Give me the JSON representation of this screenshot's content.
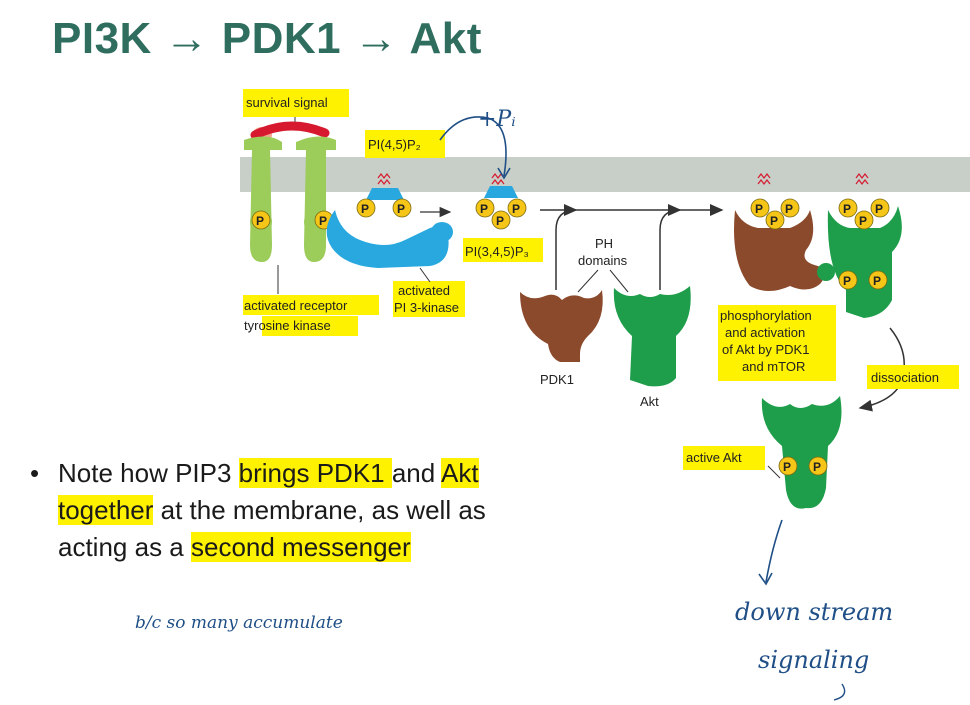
{
  "slide": {
    "title": "PI3K → PDK1 → Akt"
  },
  "diagram": {
    "labels": {
      "survival_signal": "survival signal",
      "pi45p2": "PI(4,5)P₂",
      "pi345p3": "PI(3,4,5)P₃",
      "activated_pi3k_1": "activated",
      "activated_pi3k_2": "PI 3-kinase",
      "rtk_1": "activated receptor",
      "rtk_2": "tyrosine kinase",
      "ph_1": "PH",
      "ph_2": "domains",
      "pdk1": "PDK1",
      "akt": "Akt",
      "phos_1": "phosphorylation",
      "phos_2": "and activation",
      "phos_3": "of Akt by PDK1",
      "phos_4": "and mTOR",
      "dissociation": "dissociation",
      "active_akt": "active Akt",
      "phosphate": "P"
    },
    "colors": {
      "membrane": "#c7cfc8",
      "receptor": "#9ccc5a",
      "pi3k": "#29a8df",
      "pdk1": "#8b4a2b",
      "akt": "#1e9e4a",
      "phosphate": "#f5c518",
      "signal": "#d7192f",
      "highlight": "#fff200"
    }
  },
  "bullet": {
    "parts": [
      "Note how PIP3 ",
      "brings PDK1 ",
      "and ",
      "Akt together",
      " at the membrane, as well as acting as a ",
      "second messenger"
    ]
  },
  "handwriting": {
    "plus_pi": "+Pᵢ",
    "bc_note": "b/c so many accumulate",
    "downstream_1": "down stream",
    "downstream_2": "signaling"
  }
}
